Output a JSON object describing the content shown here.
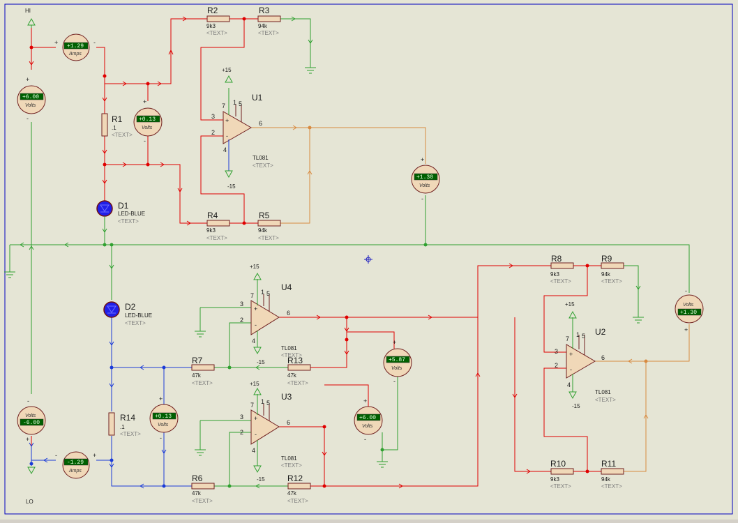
{
  "colors": {
    "background": "#e5e5d5",
    "frame": "#0000c0",
    "wire_red": "#e00000",
    "wire_green": "#30a030",
    "wire_blue": "#1a3ad8",
    "wire_orange": "#d88a40",
    "component_fill": "#f0d8b8",
    "component_stroke": "#702020",
    "display_green": "#006000",
    "led_blue": "#2020e8"
  },
  "terminals": {
    "hi": "HI",
    "lo": "LO"
  },
  "power": {
    "pos": "+15",
    "neg": "-15"
  },
  "placeholder": "<TEXT>",
  "resistors": {
    "r1": {
      "name": "R1",
      "value": ".1"
    },
    "r2": {
      "name": "R2",
      "value": "9k3"
    },
    "r3": {
      "name": "R3",
      "value": "94k"
    },
    "r4": {
      "name": "R4",
      "value": "9k3"
    },
    "r5": {
      "name": "R5",
      "value": "94k"
    },
    "r6": {
      "name": "R6",
      "value": "47k"
    },
    "r7": {
      "name": "R7",
      "value": "47k"
    },
    "r8": {
      "name": "R8",
      "value": "9k3"
    },
    "r9": {
      "name": "R9",
      "value": "94k"
    },
    "r10": {
      "name": "R10",
      "value": "9k3"
    },
    "r11": {
      "name": "R11",
      "value": "94k"
    },
    "r12": {
      "name": "R12",
      "value": "47k"
    },
    "r13": {
      "name": "R13",
      "value": "47k"
    },
    "r14": {
      "name": "R14",
      "value": ".1"
    }
  },
  "leds": {
    "d1": {
      "name": "D1",
      "type": "LED-BLUE"
    },
    "d2": {
      "name": "D2",
      "type": "LED-BLUE"
    }
  },
  "opamps": {
    "u1": {
      "name": "U1",
      "type": "TL081"
    },
    "u2": {
      "name": "U2",
      "type": "TL081"
    },
    "u3": {
      "name": "U3",
      "type": "TL081"
    },
    "u4": {
      "name": "U4",
      "type": "TL081"
    }
  },
  "pins": {
    "in_plus": "3",
    "in_minus": "2",
    "out": "6",
    "v_neg": "4",
    "v_pos": "7",
    "offset_1": "1",
    "offset_5": "5",
    "plus_sign": "+",
    "minus_sign": "-"
  },
  "meters": {
    "amps_top": {
      "reading": "+1.29",
      "unit": "Amps"
    },
    "volts_left": {
      "reading": "+6.00",
      "unit": "Volts"
    },
    "volts_r1": {
      "reading": "+0.13",
      "unit": "Volts"
    },
    "volts_u1": {
      "reading": "+1.30",
      "unit": "Volts"
    },
    "volts_u2": {
      "reading": "+1.30",
      "unit": "Volts"
    },
    "volts_u4": {
      "reading": "+5.87",
      "unit": "Volts"
    },
    "volts_u3": {
      "reading": "+6.00",
      "unit": "Volts"
    },
    "volts_r14": {
      "reading": "+0.13",
      "unit": "Volts"
    },
    "volts_lo": {
      "reading": "-6.00",
      "unit": "Volts"
    },
    "amps_bot": {
      "reading": "-1.29",
      "unit": "Amps"
    }
  }
}
